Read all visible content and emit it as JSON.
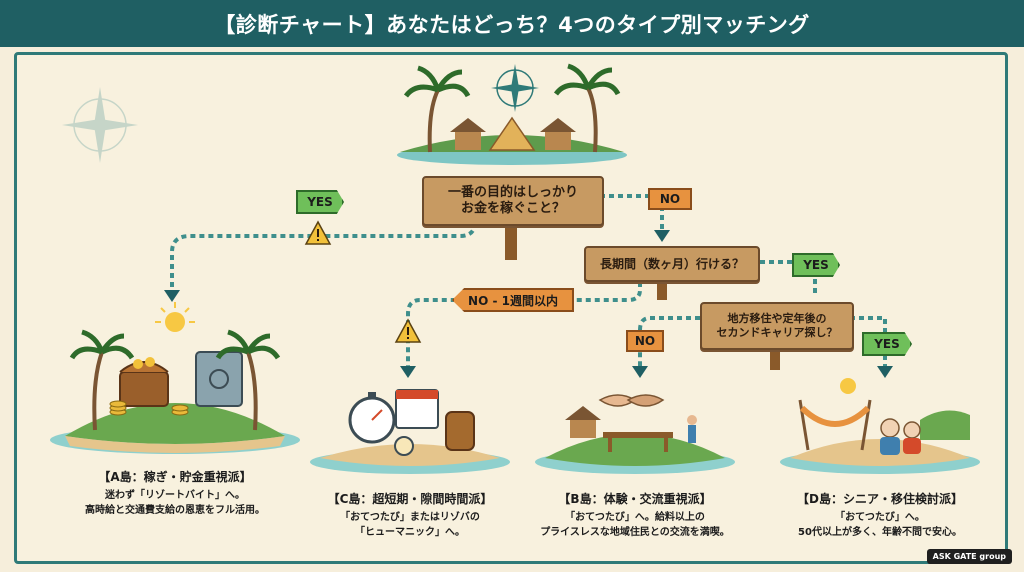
{
  "header": {
    "title": "【診断チャート】あなたはどっち？4つのタイプ別マッチング"
  },
  "questions": {
    "q1": {
      "line1": "一番の目的はしっかり",
      "line2": "お金を稼ぐこと？"
    },
    "q2": {
      "text": "長期間（数ヶ月）行ける？"
    },
    "q3": {
      "line1": "地方移住や定年後の",
      "line2": "セカンドキャリア探し？"
    }
  },
  "branches": {
    "q1_yes": "YES",
    "q1_no": "NO",
    "q2_yes": "YES",
    "q2_no": "NO - 1週間以内",
    "q3_no": "NO",
    "q3_yes": "YES"
  },
  "results": {
    "a": {
      "title": "【A島：稼ぎ・貯金重視派】",
      "line1": "迷わず「リゾートバイト」へ。",
      "line2": "高時給と交通費支給の恩恵をフル活用。"
    },
    "c": {
      "title": "【C島：超短期・隙間時間派】",
      "line1": "「おてつたび」またはリゾバの",
      "line2": "「ヒューマニック」へ。"
    },
    "b": {
      "title": "【B島：体験・交流重視派】",
      "line1": "「おてつたび」へ。給料以上の",
      "line2": "プライスレスな地域住民との交流を満喫。"
    },
    "d": {
      "title": "【D島：シニア・移住検討派】",
      "line1": "「おてつたび」へ。",
      "line2": "50代以上が多く、年齢不問で安心。"
    }
  },
  "brand": {
    "logo_text": "ASK GATE group"
  },
  "colors": {
    "header": "#1f5f63",
    "frame": "#2f7a78",
    "sign": "#c79a62",
    "yes": "#6fbf5a",
    "no": "#e7923f",
    "path": "#3f8f8c"
  }
}
